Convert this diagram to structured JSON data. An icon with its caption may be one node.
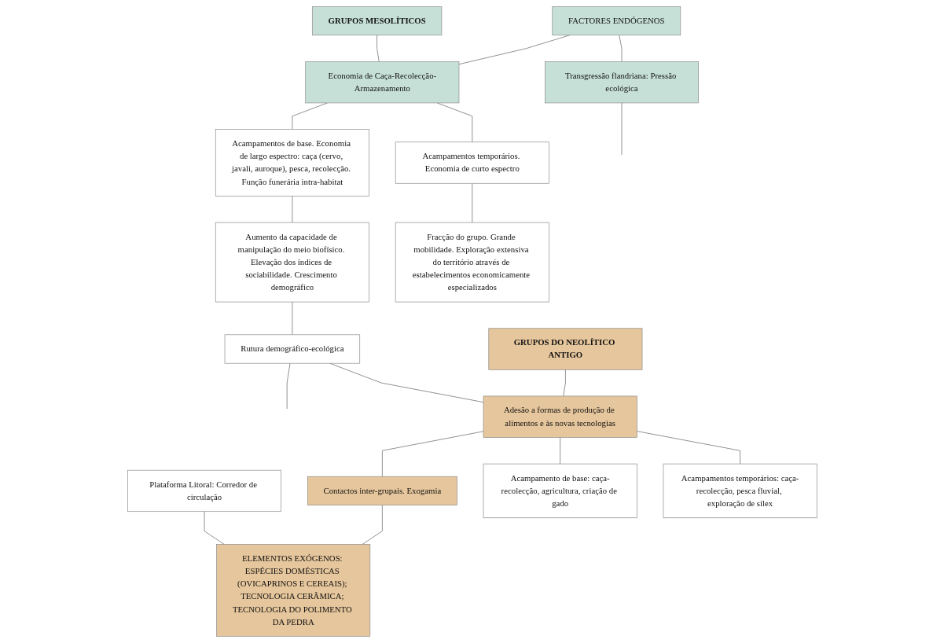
{
  "diagram": {
    "nodes": [
      {
        "text": [
          "GRUPOS MESOLÍTICOS"
        ]
      },
      {
        "text": [
          "Transgressão flandriana: Pressão ecológica"
        ]
      },
      {
        "text": [
          "Economia de Caça-Recolecção-Armazenamento"
        ]
      },
      {
        "text": [
          "FACTORES ENDÓGENOS"
        ]
      },
      {
        "text": [
          "Plataforma Litoral: Corredor de circulação"
        ]
      },
      {
        "text": [
          "Acampamentos de base. Economia de largo espectro: caça (cervo, javali, auroque), pesca, recolecção. Função funerária intra-habitat"
        ]
      },
      {
        "text": [
          "Acampamentos temporários. Economia de curto espectro"
        ]
      },
      {
        "text": [
          "Aumento da capacidade de manipulação do meio biofísico. Elevação dos índices de sociabilidade. Crescimento demográfico"
        ]
      },
      {
        "text": [
          "Fracção do grupo. Grande mobilidade. Exploração extensiva do território através de estabelecimentos economicamente especializados"
        ]
      },
      {
        "text": [
          "Rutura demográfico-ecológica"
        ]
      },
      {
        "text": [
          "GRUPOS DO NEOLÍTICO ANTIGO"
        ]
      },
      {
        "text": [
          "Adesão a formas de produção de alimentos e às novas tecnologias"
        ]
      },
      {
        "text": [
          "Contactos inter-grupais. Exogamia"
        ]
      },
      {
        "text": [
          "ELEMENTOS EXÓGENOS: ESPÉCIES DOMÉSTICAS (OVICAPRINOS E CEREAIS); TECNOLOGIA CERÂMICA; TECNOLOGIA DO POLIMENTO DA PEDRA"
        ]
      },
      {
        "text": [
          "Acampamento de base: caça-recolecção, agricultura, criação de gado"
        ]
      },
      {
        "text": [
          "Acampamentos temporários: caça-recolecção, pesca fluvial, exploração de sílex"
        ]
      }
    ],
    "edges": [
      {
        "from": 0,
        "to": 2,
        "arrow": "none"
      },
      {
        "from": 3,
        "to": 2,
        "arrow": "none"
      },
      {
        "from": 3,
        "to": 1,
        "arrow": "none"
      },
      {
        "from": 1,
        "to": null,
        "arrow": "none"
      },
      {
        "from": 2,
        "to": 5,
        "arrow": "none"
      },
      {
        "from": 2,
        "to": 6,
        "arrow": "none"
      },
      {
        "from": 4,
        "to": 13,
        "arrow": "none"
      },
      {
        "from": 5,
        "to": 7,
        "arrow": "none"
      },
      {
        "from": 6,
        "to": 8,
        "arrow": "none"
      },
      {
        "from": 7,
        "to": 9,
        "arrow": "none"
      },
      {
        "from": 9,
        "to": null,
        "arrow": "none"
      },
      {
        "from": 9,
        "to": 11,
        "arrow": "none"
      },
      {
        "from": 10,
        "to": 11,
        "arrow": "none"
      },
      {
        "from": 11,
        "to": 12,
        "arrow": "none"
      },
      {
        "from": 12,
        "to": 13,
        "arrow": "none"
      },
      {
        "from": 11,
        "to": 14,
        "arrow": "none"
      },
      {
        "from": 11,
        "to": 15,
        "arrow": "none"
      }
    ]
  }
}
